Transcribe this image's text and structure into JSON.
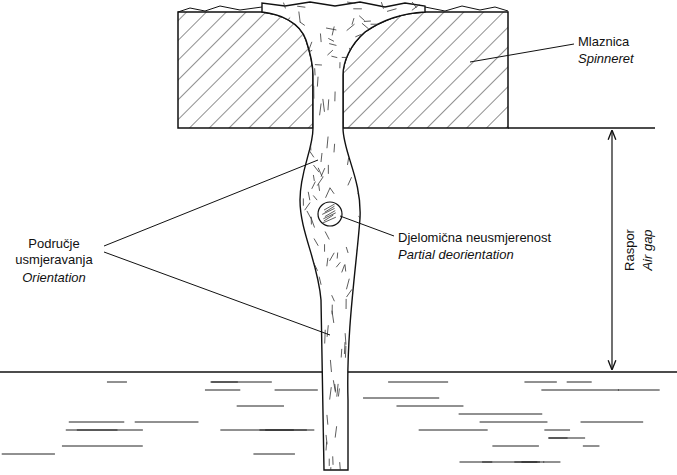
{
  "diagram": {
    "labels": [
      "Mlaznica",
      "Spinneret",
      "Područje usmjeravanja",
      "Orientation",
      "Djelomična neusmjerenost",
      "Partial deorientation",
      "Raspor",
      "Air gap"
    ]
  }
}
